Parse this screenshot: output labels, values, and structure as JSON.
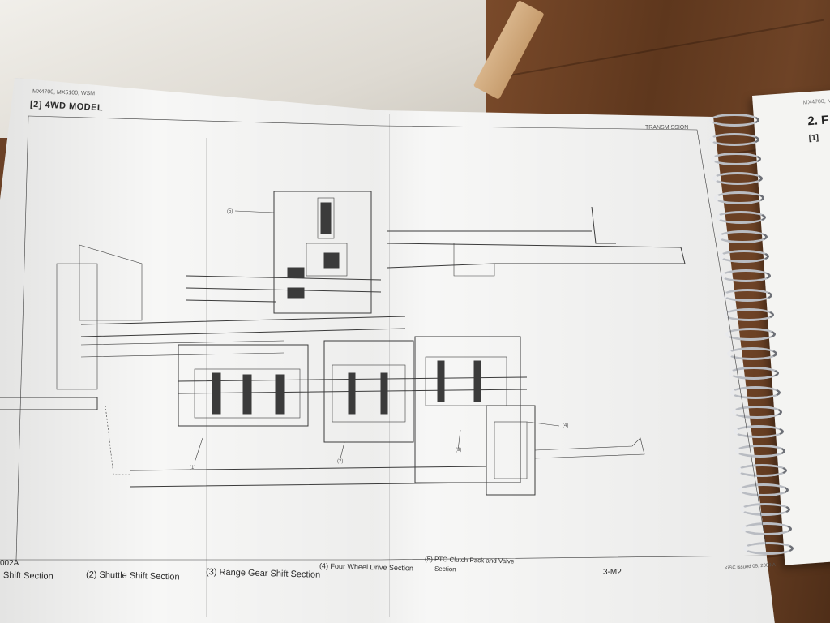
{
  "manual": {
    "model_header": "MX4700, MX5100, WSM",
    "section_title": "[2]  4WD MODEL",
    "running_head": "TRANSMISSION",
    "page_number": "3-M2",
    "issue_note": "KiSC issued 05, 2009 A",
    "figure_code_partial": "002A"
  },
  "callouts": [
    "(1)",
    "(2)",
    "(3)",
    "(4)",
    "(5)"
  ],
  "legend": [
    {
      "label": "Shift Section"
    },
    {
      "label": "(2) Shuttle Shift Section"
    },
    {
      "label": "(3) Range Gear Shift Section"
    },
    {
      "label": "(4) Four Wheel Drive Section"
    },
    {
      "label_line1": "(5) PTO Clutch Pack and Valve",
      "label_line2": "Section"
    }
  ],
  "second_book": {
    "header": "MX4700, MX",
    "title": "2. F",
    "subtitle": "[1]"
  }
}
